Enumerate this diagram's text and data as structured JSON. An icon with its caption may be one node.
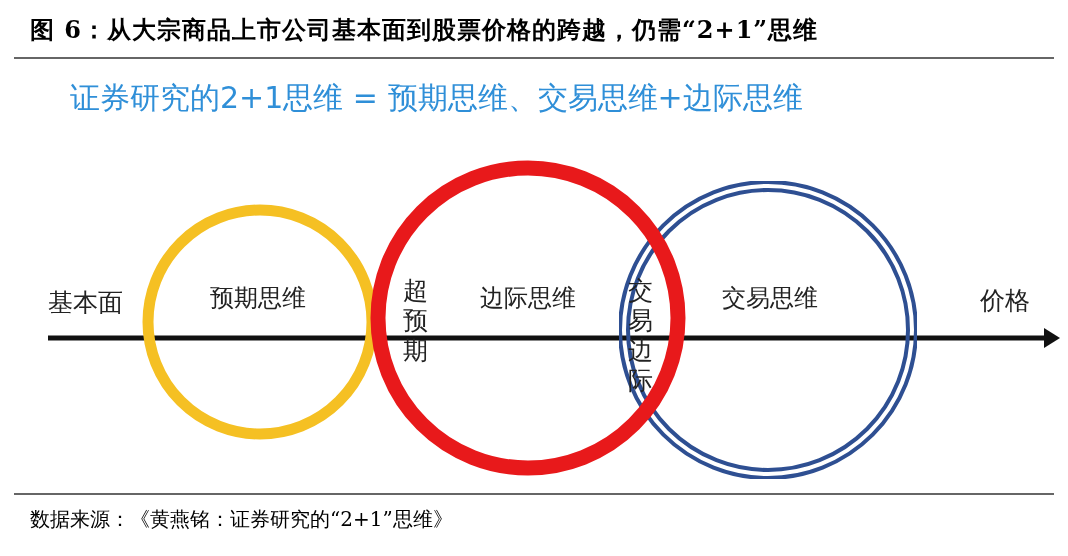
{
  "diagram": {
    "title": "图 6：从大宗商品上市公司基本面到股票价格的跨越，仍需“2+1”思维",
    "caption": "数据来源：《黄燕铭：证券研究的“2+1”思维》",
    "nodes": [
      {
        "text": [
          "预期思维"
        ]
      },
      {
        "text": [
          "边际思维"
        ]
      },
      {
        "text": [
          "交易思维"
        ]
      }
    ],
    "labels": [
      "证券研究的2+1思维 = 预期思维、交易思维+边际思维",
      "基本面",
      "超预期",
      "交易边际",
      "价格"
    ]
  }
}
